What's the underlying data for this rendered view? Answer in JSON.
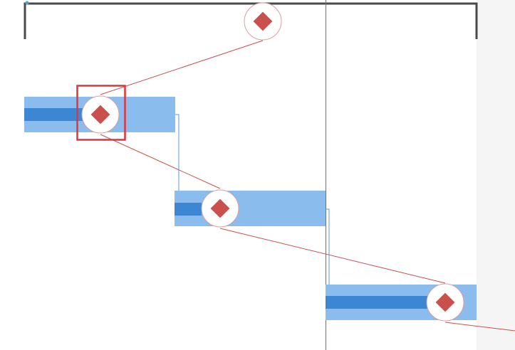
{
  "colors": {
    "background": "#ffffff",
    "side_panel": "#f5f5f5",
    "summary_bracket": "#4a4a4a",
    "task_bar": "#8bbcee",
    "progress_bar": "#3d86d4",
    "milestone_fill": "#c9504c",
    "milestone_ring": "#d9a09e",
    "critical_link": "#c9504c",
    "dependency_link": "#5b9bd5",
    "today_line": "#3a9a3a",
    "selection_box": "#e0343a"
  },
  "icons": {
    "milestone": "diamond-icon"
  },
  "tasks": [
    {
      "id": "task-1",
      "progress": 0.58,
      "selected_milestone": true
    },
    {
      "id": "task-2",
      "progress": 0.18,
      "selected_milestone": false
    },
    {
      "id": "task-3",
      "progress": 0.68,
      "selected_milestone": false
    }
  ],
  "summary_task": {
    "id": "summary-task"
  },
  "selection": {
    "target": "task-1-milestone"
  }
}
